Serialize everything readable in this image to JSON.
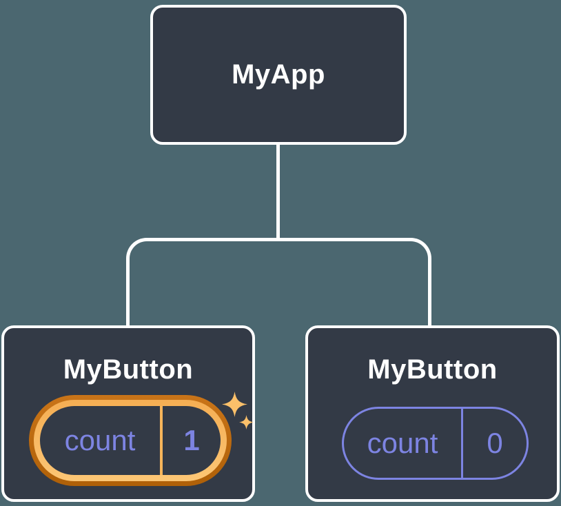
{
  "diagram": {
    "description": "React component tree diagram with per-component state",
    "background_color": "#4B6770",
    "node_fill_color": "#333A46",
    "node_border_color": "#FFFFFF",
    "connector_color": "#FFFFFF",
    "state_color": "#7D84E2",
    "highlight_outer_color": "#C26E14",
    "highlight_inner_color": "#F9BC66",
    "sparkle_color": "#FBC06A",
    "root": {
      "label": "MyApp"
    },
    "children": [
      {
        "label": "MyButton",
        "highlighted": true,
        "state": {
          "label": "count",
          "value": "1"
        }
      },
      {
        "label": "MyButton",
        "highlighted": false,
        "state": {
          "label": "count",
          "value": "0"
        }
      }
    ]
  }
}
